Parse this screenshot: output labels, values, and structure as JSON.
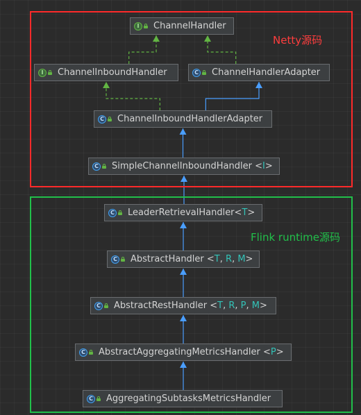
{
  "groups": {
    "netty": {
      "label": "Netty源码",
      "color": "#ff2a2a"
    },
    "flink": {
      "label": "Flink runtime源码",
      "color": "#21c04a"
    }
  },
  "icons": {
    "interface_glyph": "I",
    "class_glyph": "C"
  },
  "nodes": {
    "channel_handler": {
      "name": "ChannelHandler",
      "kind": "interface"
    },
    "channel_inbound_handler": {
      "name": "ChannelInboundHandler",
      "kind": "interface"
    },
    "channel_handler_adapter": {
      "name": "ChannelHandlerAdapter",
      "kind": "class"
    },
    "channel_inbound_handler_adapter": {
      "name": "ChannelInboundHandlerAdapter",
      "kind": "class"
    },
    "simple_channel_inbound_handler": {
      "name": "SimpleChannelInboundHandler",
      "kind": "class",
      "type_params": [
        "I"
      ]
    },
    "leader_retrieval_handler": {
      "name": "LeaderRetrievalHandler",
      "kind": "class",
      "type_params": [
        "T"
      ]
    },
    "abstract_handler": {
      "name": "AbstractHandler",
      "kind": "class",
      "type_params": [
        "T",
        "R",
        "M"
      ]
    },
    "abstract_rest_handler": {
      "name": "AbstractRestHandler",
      "kind": "class",
      "type_params": [
        "T",
        "R",
        "P",
        "M"
      ]
    },
    "abstract_aggregating_metrics_handler": {
      "name": "AbstractAggregatingMetricsHandler",
      "kind": "class",
      "type_params": [
        "P"
      ]
    },
    "aggregating_subtasks_metrics_handler": {
      "name": "AggregatingSubtasksMetricsHandler",
      "kind": "class"
    }
  },
  "edges": [
    {
      "from": "channel_inbound_handler",
      "to": "channel_handler",
      "type": "implements"
    },
    {
      "from": "channel_handler_adapter",
      "to": "channel_handler",
      "type": "implements"
    },
    {
      "from": "channel_inbound_handler_adapter",
      "to": "channel_inbound_handler",
      "type": "implements"
    },
    {
      "from": "channel_inbound_handler_adapter",
      "to": "channel_handler_adapter",
      "type": "extends"
    },
    {
      "from": "simple_channel_inbound_handler",
      "to": "channel_inbound_handler_adapter",
      "type": "extends"
    },
    {
      "from": "leader_retrieval_handler",
      "to": "simple_channel_inbound_handler",
      "type": "extends"
    },
    {
      "from": "abstract_handler",
      "to": "leader_retrieval_handler",
      "type": "extends"
    },
    {
      "from": "abstract_rest_handler",
      "to": "abstract_handler",
      "type": "extends"
    },
    {
      "from": "abstract_aggregating_metrics_handler",
      "to": "abstract_rest_handler",
      "type": "extends"
    },
    {
      "from": "aggregating_subtasks_metrics_handler",
      "to": "abstract_aggregating_metrics_handler",
      "type": "extends"
    }
  ],
  "colors": {
    "implements_edge": "#62b543",
    "extends_edge": "#4a9eff",
    "type_param": "#33c3b8"
  }
}
